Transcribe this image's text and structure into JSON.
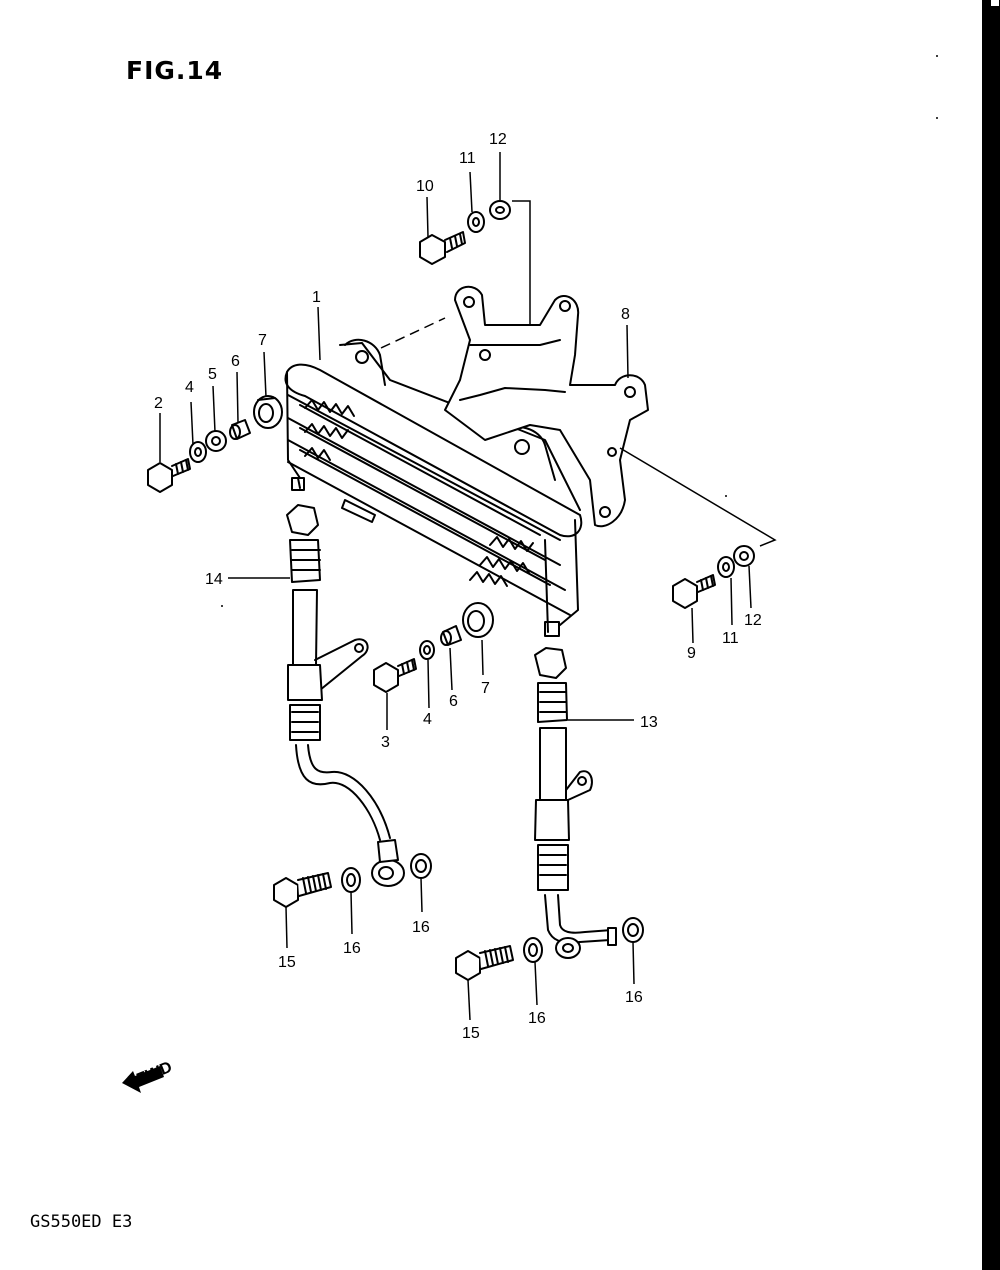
{
  "figure": {
    "title": "FIG.14",
    "model": "GS550ED E3",
    "fwd_label": "FWD"
  },
  "callouts": {
    "c1": "1",
    "c2": "2",
    "c3": "3",
    "c4a": "4",
    "c4b": "4",
    "c5": "5",
    "c6a": "6",
    "c6b": "6",
    "c7a": "7",
    "c7b": "7",
    "c8": "8",
    "c9": "9",
    "c10": "10",
    "c11a": "11",
    "c11b": "11",
    "c12a": "12",
    "c12b": "12",
    "c13": "13",
    "c14": "14",
    "c15a": "15",
    "c15b": "15",
    "c16a": "16",
    "c16b": "16",
    "c16c": "16",
    "c16d": "16"
  }
}
